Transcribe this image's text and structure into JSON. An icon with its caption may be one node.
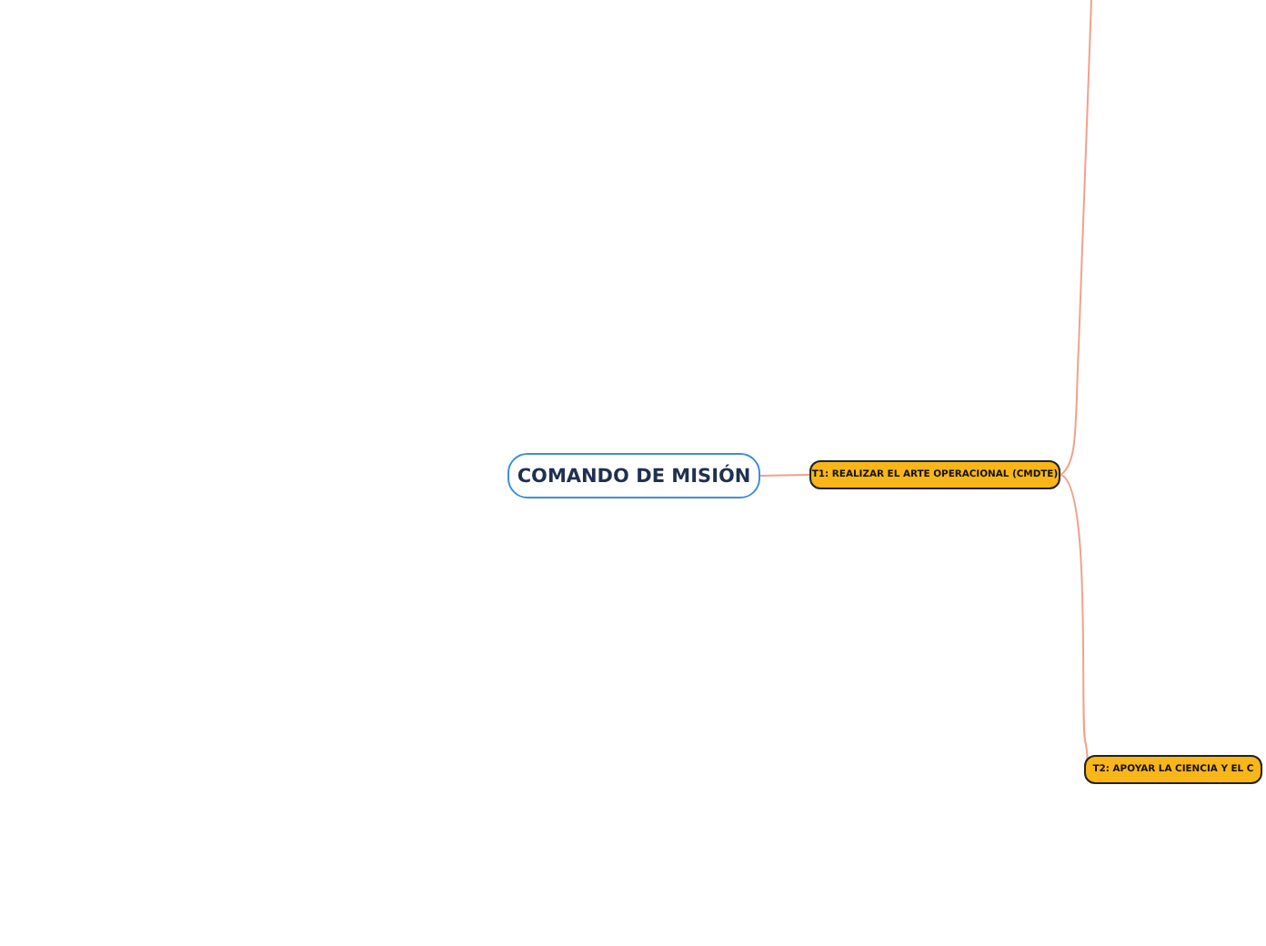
{
  "diagram": {
    "nodes": [
      {
        "text": [
          "COMANDO DE MISIÓN"
        ]
      },
      {
        "text": [
          "T1: REALIZAR EL ARTE OPERACIONAL (CMDTE)"
        ]
      },
      {
        "text": [
          "T2: APOYAR LA CIENCIA Y EL C"
        ]
      }
    ],
    "edges": [
      {
        "from": 0,
        "to": 1,
        "arrow": "none"
      },
      {
        "from": 1,
        "to": null,
        "arrow": "none"
      },
      {
        "from": 1,
        "to": 2,
        "arrow": "none"
      }
    ]
  }
}
